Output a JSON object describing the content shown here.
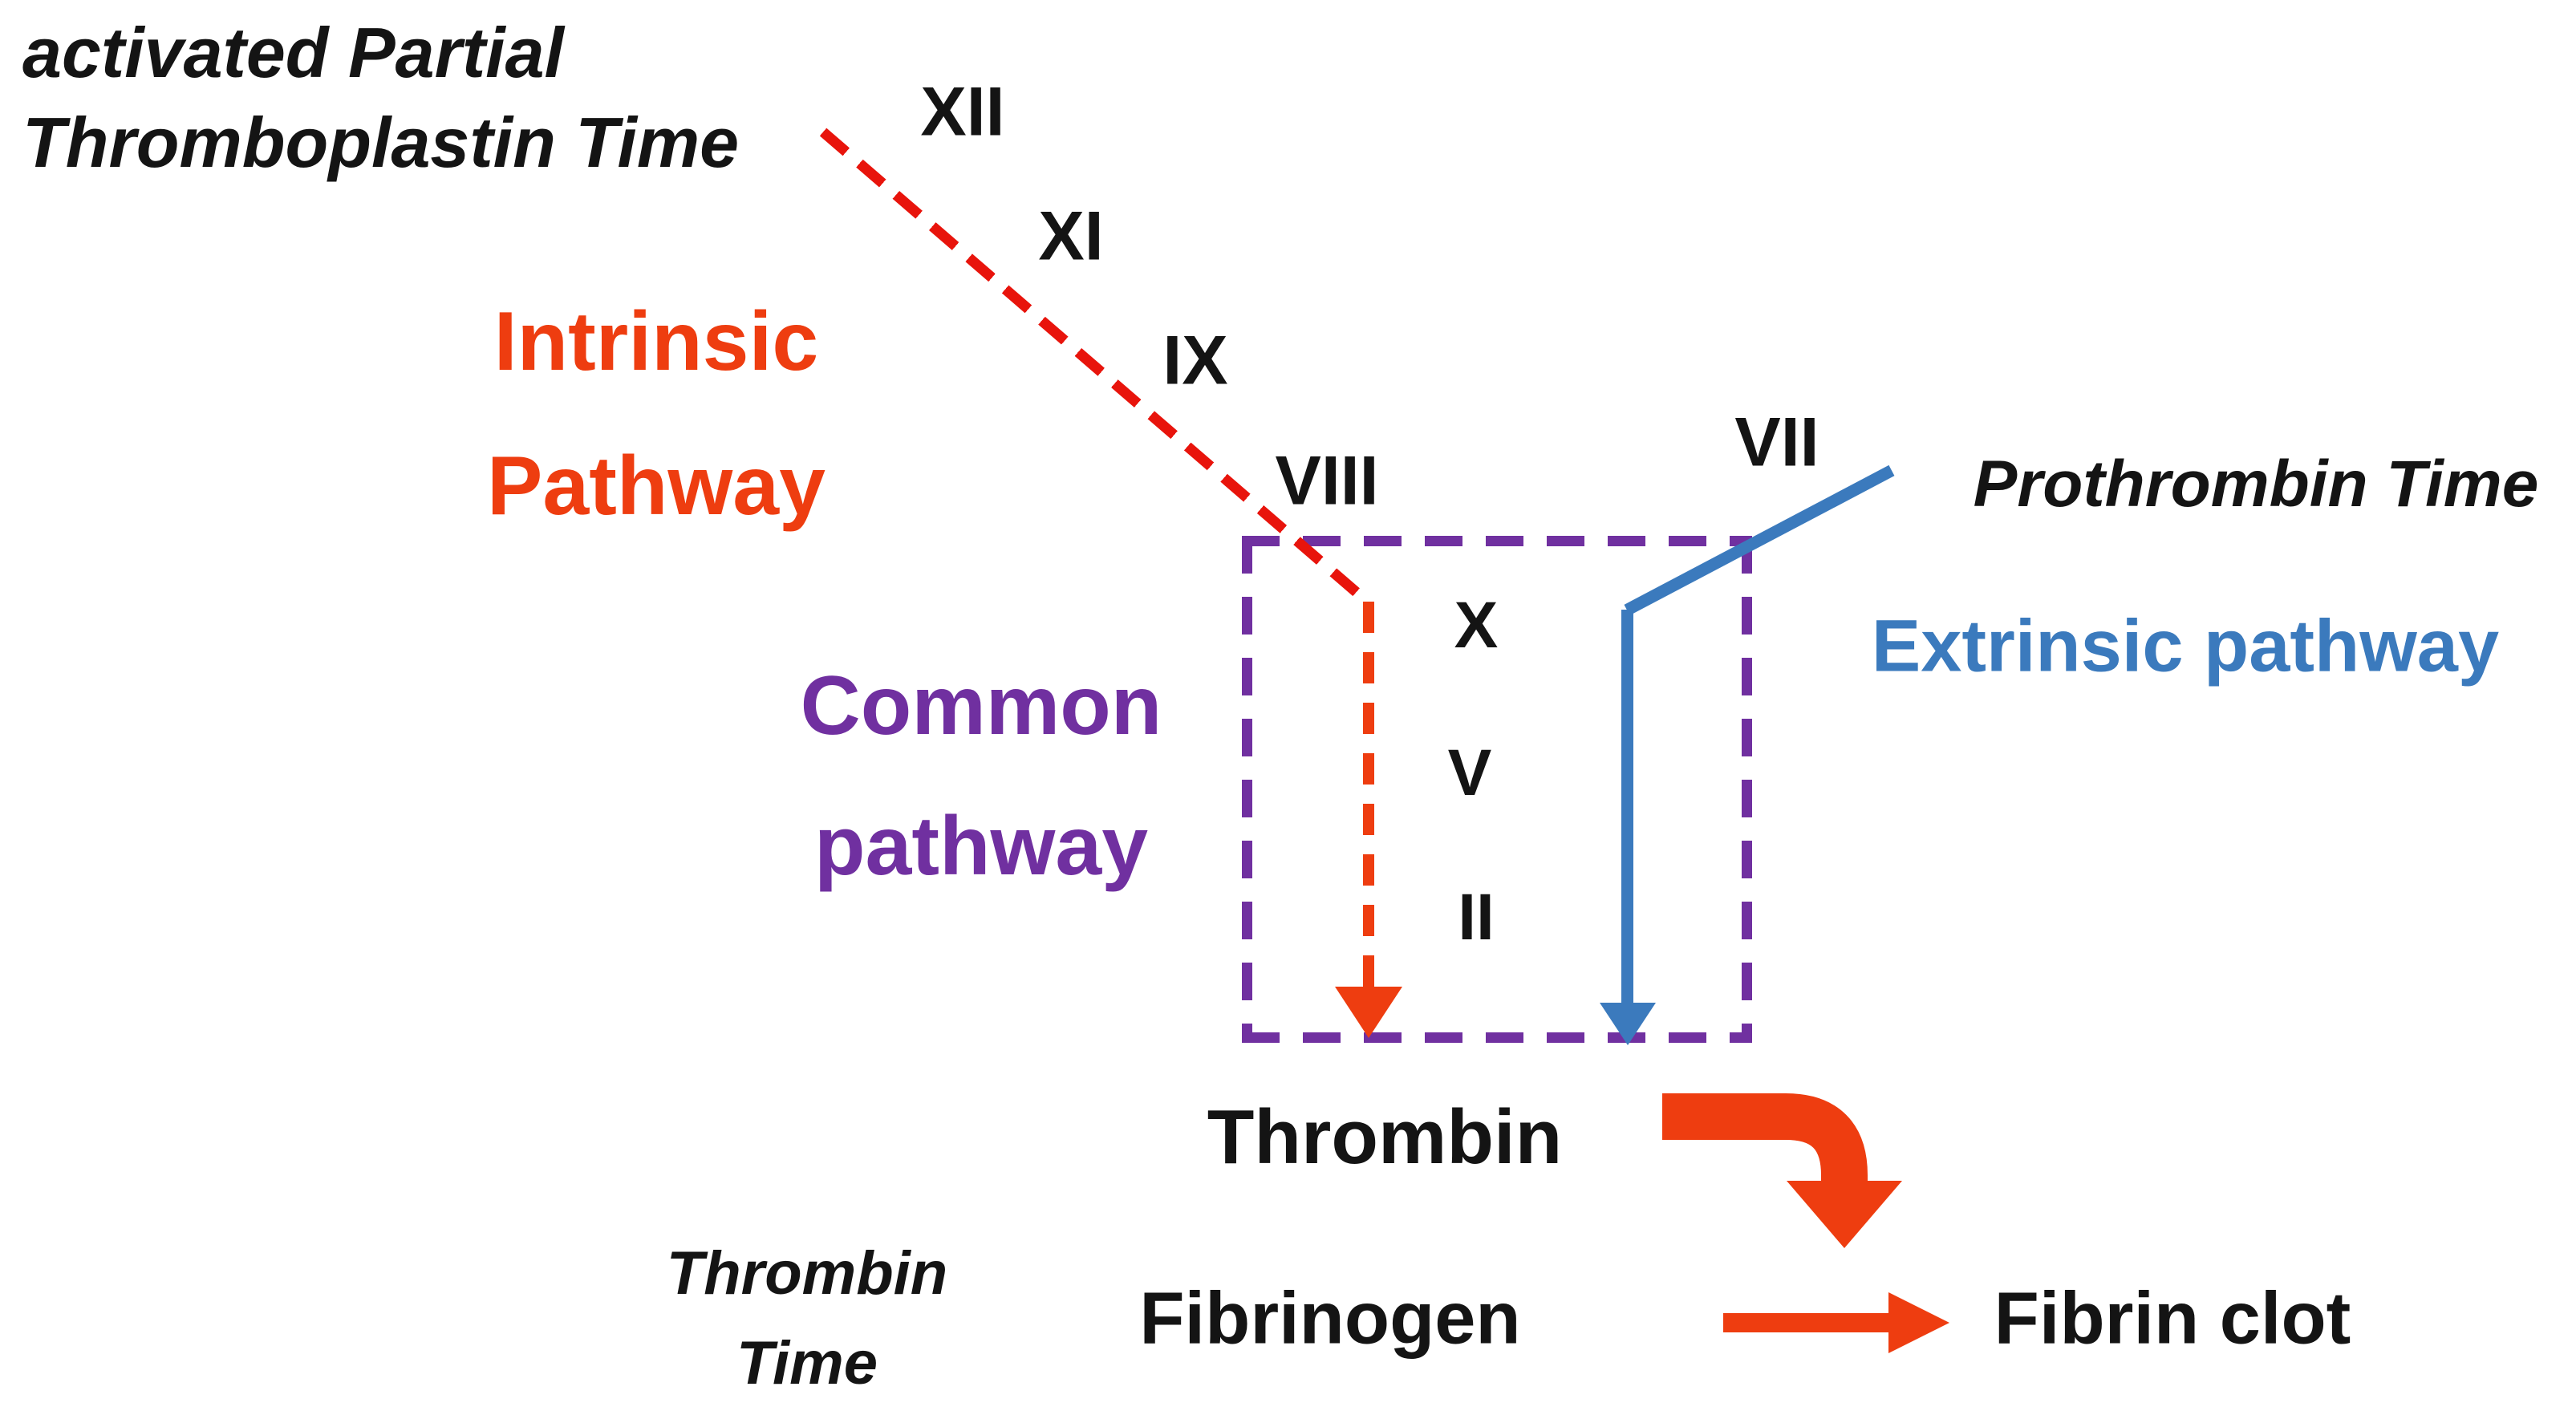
{
  "colors": {
    "bg": "#ffffff",
    "ink": "#141414",
    "red": "#e8140c",
    "orange": "#ee3d10",
    "blue": "#3b7abd",
    "purple": "#7030a0"
  },
  "diagram": {
    "intrinsic": {
      "test_line1": "activated Partial",
      "test_line2": "Thromboplastin Time",
      "label_line1": "Intrinsic",
      "label_line2": "Pathway",
      "factors": [
        "XII",
        "XI",
        "IX",
        "VIII"
      ]
    },
    "extrinsic": {
      "test": "Prothrombin Time",
      "label": "Extrinsic pathway",
      "factor": "VII"
    },
    "common": {
      "label_line1": "Common",
      "label_line2": "pathway",
      "factors": [
        "X",
        "V",
        "II"
      ],
      "thrombin": "Thrombin",
      "test_line1": "Thrombin",
      "test_line2": "Time",
      "fibrinogen": "Fibrinogen",
      "fibrin_clot": "Fibrin clot"
    }
  }
}
